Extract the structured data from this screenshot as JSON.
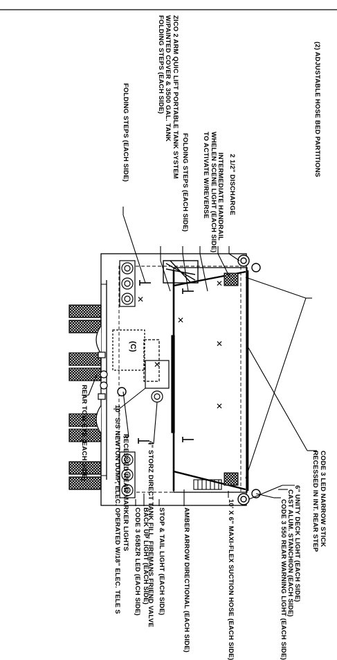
{
  "labels": {
    "hose_bed_partitions": "(2) ADJUSTABLE HOSE BED PARTITIONS",
    "discharge": "2 1/2\" DISCHARGE",
    "intermediate_handrail": "INTERMEDIATE HANDRAIL",
    "scene_light": "WHELEN SCENE LIGHT (EACH SIDE)\nTO ACTIVATE W/REVERSE",
    "folding_steps_upper": "FOLDING STEPS (EACH SIDE)",
    "tank_system": "ZICO 2 ARM QUIC LIFT PORTABLE TANK SYSTEM\nW/PAINTED COVER & 3500 GAL. TANK\nFOLDING STEPS (EACH SIDE)",
    "folding_steps_lower": "FOLDING STEPS (EACH SIDE)",
    "rear_tow_eye": "REAR TOW EYE (EACH SIDE)",
    "newton_dump": "10\" S/S NEWTON DUMP, ELEC. OPERATED W/18\" ELEC. TELE S",
    "rear_marker_lights": "RECESSED REAR MARKER LIGHTS",
    "storz_fill": "4\" STORZ DIRECT TANK FILL, FIREMANS FRIEND VALVE",
    "code3_led": "CODE 3 65BZR LED (EACH SIDE)",
    "back_up_light": "BACK UP LIGHT (EACH SIDE)",
    "stop_tail": "STOP & TAIL LIGHT (EACH SIDE)",
    "amber_arrow": "AMBER ARROW DIRECTIONAL (EACH SIDE)",
    "suction_hose": "10' X 6\" MAXI-FLEX SUCTION HOSE (EACH SIDE)",
    "warning_light": "CODE 3 550 REAR WARNING LIGHT (EACH SIDE)",
    "stanchion": "CAST ALUM. STANCHION (EACH SIDE)",
    "deck_light": "6\" UNITY DECK LIGHT (EACH SIDE)",
    "narrow_stick": "CODE 3 LED NARROW STICK\nRECESSED IN INT. REAR STEP",
    "compartment_c": "(C)"
  },
  "colors": {
    "line": "#000000",
    "background": "#ffffff"
  }
}
